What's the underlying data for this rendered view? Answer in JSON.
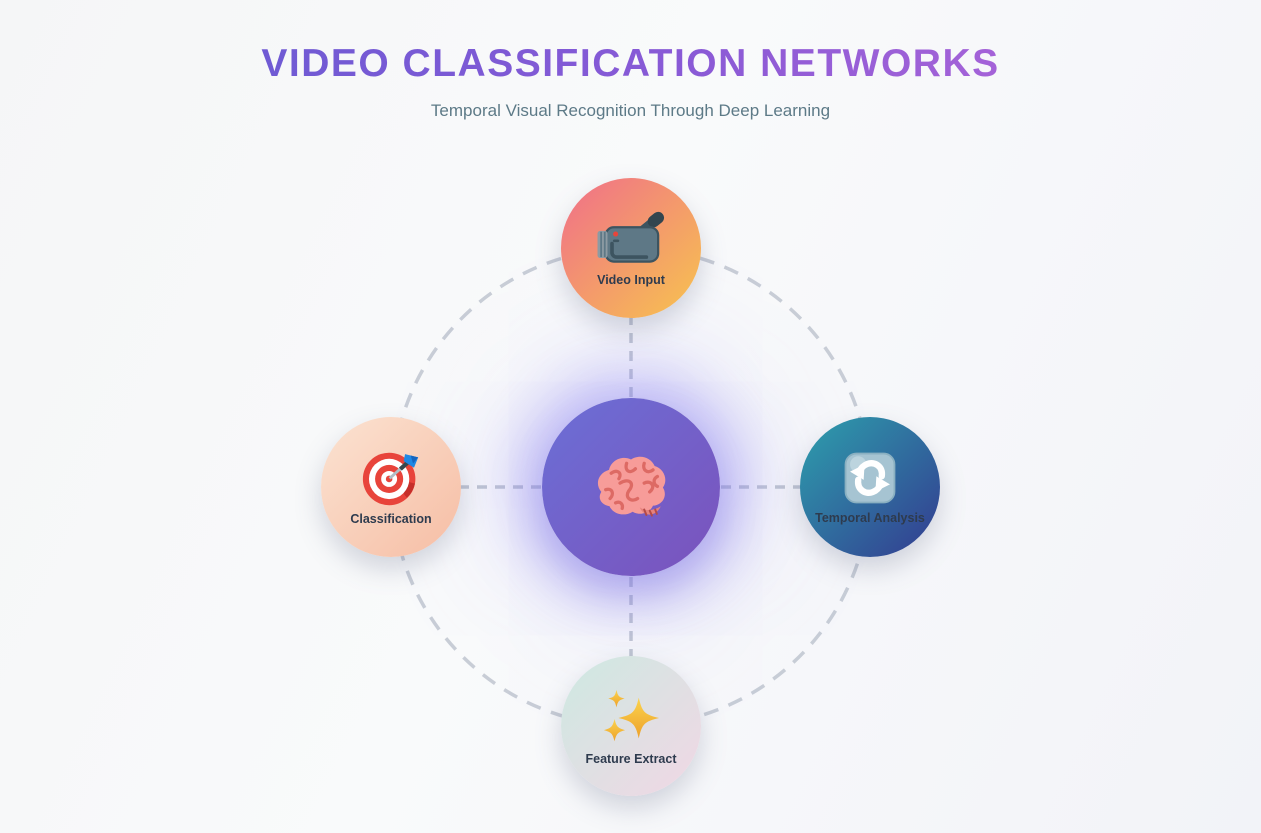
{
  "header": {
    "title": "VIDEO CLASSIFICATION NETWORKS",
    "subtitle": "Temporal Visual Recognition Through Deep Learning"
  },
  "palette": {
    "title_gradient_start": "#5f5bd3",
    "title_gradient_end": "#bb6ad9",
    "subtitle_color": "#5d7a87",
    "connector_color": "#c2c8d2",
    "node_label_color": "#2e3b4e",
    "background": "#f6f7f9",
    "center_gradient": [
      "#6b6fd6",
      "#7b52bc"
    ]
  },
  "diagram": {
    "center_node": {
      "icon": "brain-icon",
      "gradient": [
        "#6b6fd6",
        "#7b52bc"
      ]
    },
    "nodes": [
      {
        "id": "video-input",
        "label": "Video Input",
        "icon": "video-camera-icon",
        "position": "top",
        "gradient": [
          "#f06e8a",
          "#f7c44e"
        ]
      },
      {
        "id": "temporal-analysis",
        "label": "Temporal Analysis",
        "icon": "cycle-arrows-icon",
        "position": "right",
        "gradient": [
          "#2da0ad",
          "#333a90"
        ]
      },
      {
        "id": "feature-extract",
        "label": "Feature Extract",
        "icon": "sparkles-icon",
        "position": "bottom",
        "gradient": [
          "#cde9e2",
          "#f1d7e4"
        ]
      },
      {
        "id": "classification",
        "label": "Classification",
        "icon": "target-dart-icon",
        "position": "left",
        "gradient": [
          "#fbe3d2",
          "#f6bda4"
        ]
      }
    ]
  }
}
